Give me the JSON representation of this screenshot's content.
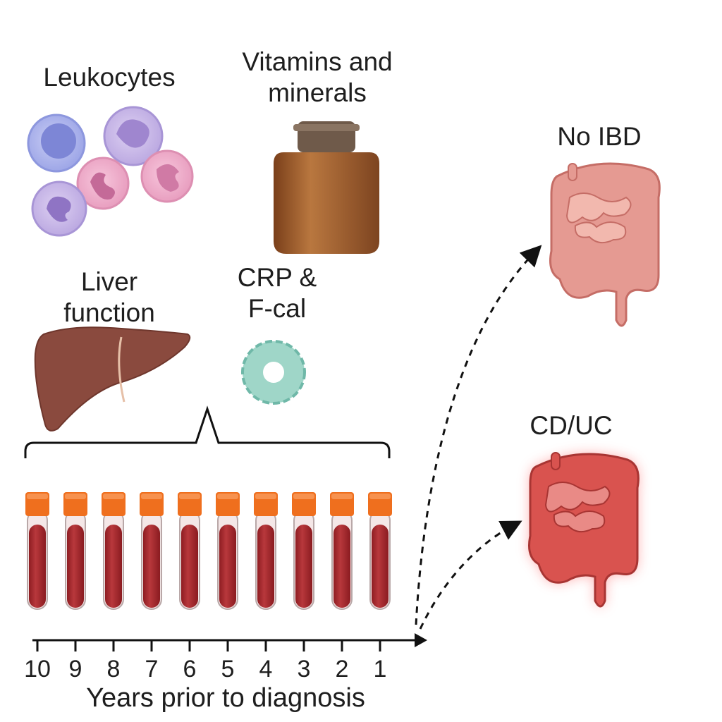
{
  "labels": {
    "leukocytes": "Leukocytes",
    "vitamins_line1": "Vitamins and",
    "vitamins_line2": "minerals",
    "liver_line1": "Liver",
    "liver_line2": "function",
    "crp_line1": "CRP &",
    "crp_line2": "F-cal",
    "no_ibd": "No IBD",
    "cd_uc": "CD/UC"
  },
  "timeline": {
    "ticks": [
      "10",
      "9",
      "8",
      "7",
      "6",
      "5",
      "4",
      "3",
      "2",
      "1"
    ],
    "axis_label": "Years prior to diagnosis"
  },
  "colors": {
    "blood": "#a8262c",
    "cap": "#ef6f1e",
    "liver": "#8a4a3e",
    "bottle": "#9a5a2a",
    "protein": "#9fd6c8",
    "colon": "#e59a92",
    "inflamed": "#d9534f"
  },
  "icons": {
    "cells": "leukocyte-cells-icon",
    "bottle": "vitamin-bottle-icon",
    "liver": "liver-icon",
    "protein": "crp-protein-icon",
    "tube": "blood-tube-icon",
    "colon": "colon-icon"
  }
}
